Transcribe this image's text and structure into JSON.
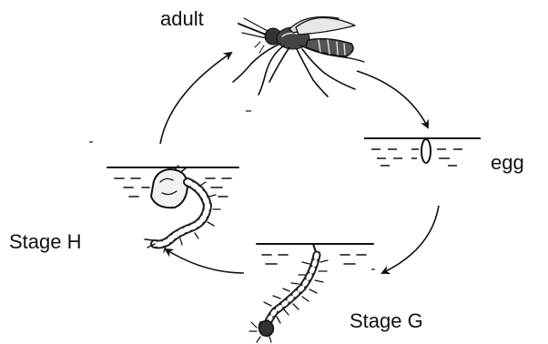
{
  "labels": {
    "adult": "adult",
    "egg": "egg",
    "stage_g": "Stage G",
    "stage_h": "Stage H"
  },
  "colors": {
    "ink": "#111111",
    "background": "#ffffff"
  }
}
